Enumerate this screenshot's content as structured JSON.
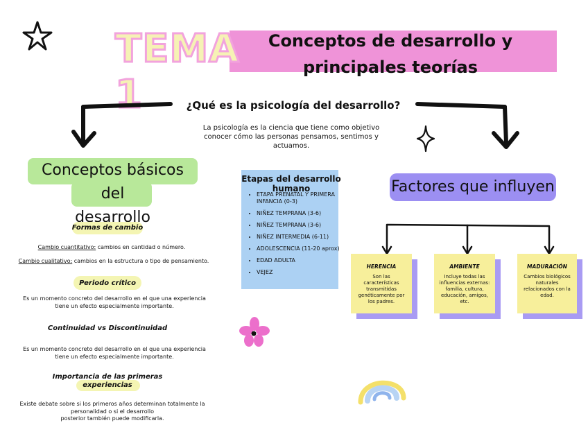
{
  "header": {
    "tema": "TEMA 1",
    "title_line1": "Conceptos de desarrollo y",
    "title_line2": "principales teorías"
  },
  "intro": {
    "question": "¿Qué es la psicología del desarrollo?",
    "definition": "La psicología es la ciencia que tiene como objetivo conocer cómo las personas pensamos, sentimos y actuamos."
  },
  "conceptos": {
    "title_line1": "Conceptos básicos del",
    "title_line2": "desarrollo",
    "formas": {
      "heading": "Formas de cambio",
      "cuantitativo_label": "Cambio cuantitativo:",
      "cuantitativo_text": " cambios en cantidad o número.",
      "cualitativo_label": "Cambio cualitativo:",
      "cualitativo_text": " cambios en la estructura o tipo de pensamiento."
    },
    "periodo": {
      "heading": "Periodo crítico",
      "text": "Es un momento concreto del desarrollo en el que una experiencia tiene un efecto especialmente importante."
    },
    "continuidad": {
      "heading": "Continuidad vs Discontinuidad",
      "text": "Es un momento concreto del desarrollo en el que una experiencia tiene un efecto especialmente importante."
    },
    "importancia": {
      "heading_line1": "Importancia de las primeras",
      "heading_line2": "experiencias",
      "text_line1": "Existe debate sobre si los primeros años determinan totalmente la",
      "text_line2": "personalidad o si el desarrollo",
      "text_line3": "posterior también puede modificarla."
    }
  },
  "etapas": {
    "title": "Etapas del desarrollo humano",
    "items": [
      "ETAPA PRENATAL Y PRIMERA INFANCIA (0-3)",
      "NIÑEZ TEMPRANA (3-6)",
      "NIÑEZ TEMPRANA (3-6)",
      "NIÑEZ INTERMEDIA (6-11)",
      "ADOLESCENCIA (11-20 aprox)",
      "EDAD ADULTA",
      "VEJEZ"
    ]
  },
  "factores": {
    "title": "Factores que influyen",
    "cards": [
      {
        "title": "HERENCIA",
        "text": "Son las características transmitidas genéticamente por los padres."
      },
      {
        "title": "AMBIENTE",
        "text": "Incluye todas las influencias externas: familia, cultura, educación, amigos, etc."
      },
      {
        "title": "MADURACIÓN",
        "text": "Cambios biológicos naturales relacionados con la edad."
      }
    ]
  },
  "colors": {
    "pink": "#ef93d8",
    "green": "#b8e89a",
    "purple": "#9c8ff2",
    "blue": "#acd1f3",
    "yellow": "#f7ef9b"
  },
  "decorations": [
    "star-icon",
    "sparkle-icon",
    "flower-icon",
    "rainbow-icon"
  ]
}
